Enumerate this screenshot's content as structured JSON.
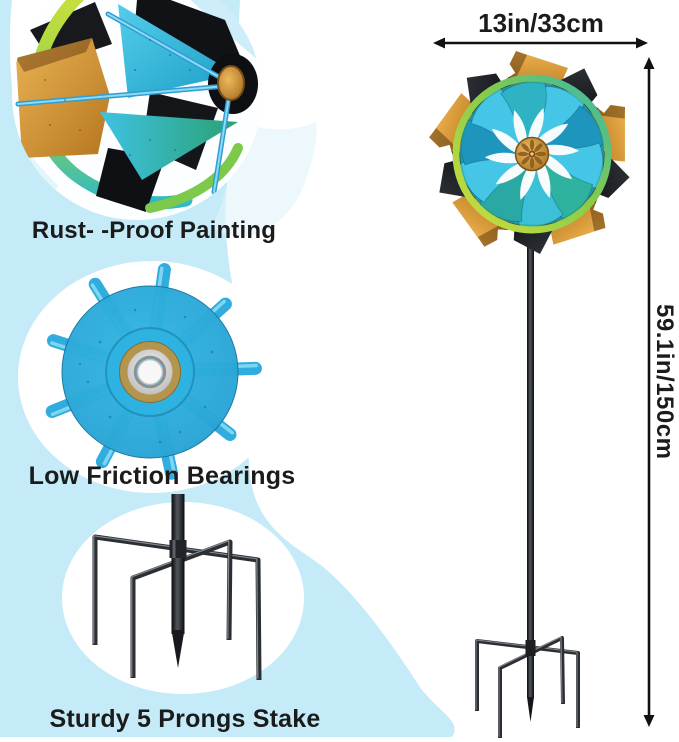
{
  "callouts": [
    {
      "id": "rustproof",
      "label": "Rust- -Proof Painting"
    },
    {
      "id": "bearings",
      "label": "Low Friction Bearings"
    },
    {
      "id": "stake",
      "label": "Sturdy 5 Prongs Stake"
    }
  ],
  "dimensions": {
    "width_label": "13in/33cm",
    "height_label": "59.1in/150cm"
  },
  "colors": {
    "background_blue": "#c6ebf8",
    "copper": "#c9882f",
    "teal": "#3ec3e4",
    "lime_ring": "#b8d93e",
    "hub_blue": "#2aa9da",
    "metal_dark": "#26292e",
    "text": "#1b1b1b"
  }
}
